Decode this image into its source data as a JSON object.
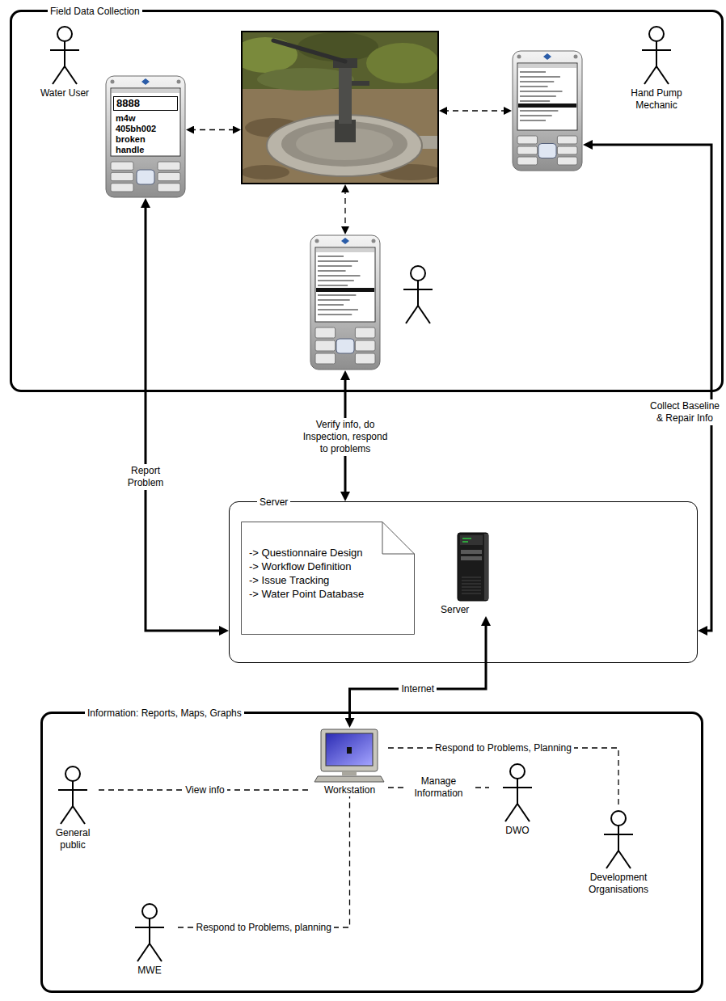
{
  "diagram": {
    "nodes": [
      {
        "text": [
          "Field Data Collection"
        ]
      },
      {
        "text": [
          "Water User"
        ],
        "in": 0
      },
      {
        "text": [
          "8888",
          "m4w 405bh002 broken handle"
        ],
        "in": 0
      },
      {
        "text": [],
        "in": 0
      },
      {
        "text": [],
        "in": 0
      },
      {
        "text": [
          "Hand Pump Mechanic"
        ],
        "in": 0
      },
      {
        "text": [],
        "in": 0
      },
      {
        "text": [
          "Server"
        ]
      },
      {
        "text": [
          "-> Questionnaire Design",
          "-> Workflow Definition",
          "-> Issue Tracking",
          "-> Water Point Database"
        ],
        "in": 7
      },
      {
        "text": [
          "Server"
        ],
        "in": 7
      },
      {
        "text": [
          "Information: Reports, Maps, Graphs"
        ]
      },
      {
        "text": [
          "Workstation"
        ],
        "in": 10
      },
      {
        "text": [
          "General public"
        ],
        "in": 10
      },
      {
        "text": [
          "Development Organisations"
        ],
        "in": 10
      },
      {
        "text": [
          "DWO"
        ],
        "in": 10
      },
      {
        "text": [
          "MWE"
        ],
        "in": 10
      }
    ],
    "edges": [
      {
        "from": 2,
        "to": 3,
        "arrow": "both"
      },
      {
        "from": 3,
        "to": 4,
        "arrow": "both"
      },
      {
        "from": 3,
        "to": 6,
        "arrow": "both"
      },
      {
        "from": 2,
        "to": 7,
        "label": "Report Problem",
        "arrow": "both"
      },
      {
        "from": 6,
        "to": 7,
        "label": "Verify info, do Inspection, respond to problems",
        "arrow": "both"
      },
      {
        "from": 4,
        "to": 7,
        "label": "Collect Baseline & Repair Info",
        "arrow": "both"
      },
      {
        "from": 9,
        "to": 11,
        "label": "Internet",
        "arrow": "both"
      },
      {
        "from": 12,
        "to": 11,
        "label": "View info",
        "arrow": "none"
      },
      {
        "from": 11,
        "to": 13,
        "label": "Respond to Problems, Planning",
        "arrow": "none"
      },
      {
        "from": 11,
        "to": 14,
        "label": "Manage Information",
        "arrow": "none"
      },
      {
        "from": 15,
        "to": 11,
        "label": "Respond to Problems, planning",
        "arrow": "none"
      }
    ]
  }
}
